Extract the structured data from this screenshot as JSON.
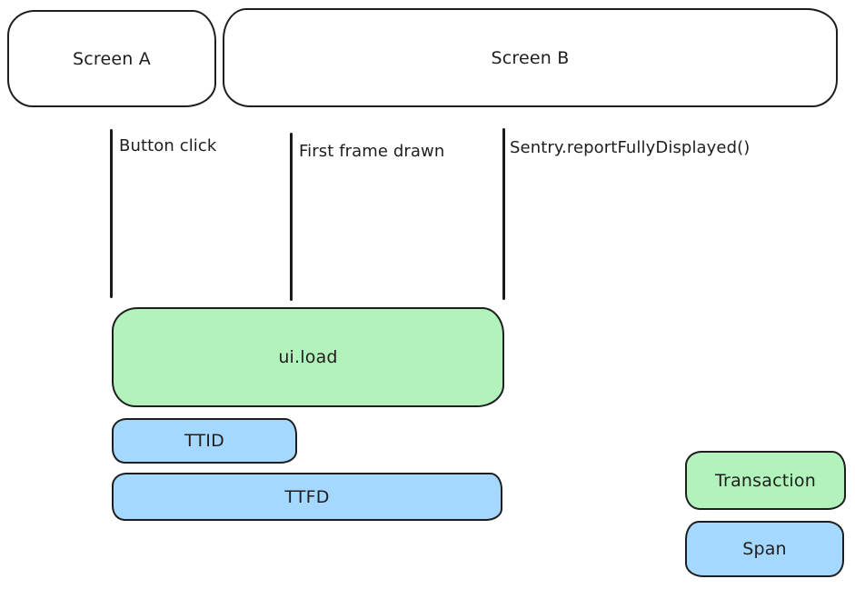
{
  "diagram": {
    "background": "#ffffff",
    "stroke_color": "#1e1e1e",
    "transaction_fill": "#b2f2bb",
    "span_fill": "#a5d8ff"
  },
  "screens": [
    {
      "label": "Screen A"
    },
    {
      "label": "Screen B"
    }
  ],
  "markers": [
    {
      "label": "Button click"
    },
    {
      "label": "First frame drawn"
    },
    {
      "label": "Sentry.reportFullyDisplayed()"
    }
  ],
  "bars": [
    {
      "label": "ui.load",
      "type": "transaction"
    },
    {
      "label": "TTID",
      "type": "span"
    },
    {
      "label": "TTFD",
      "type": "span"
    }
  ],
  "legend": [
    {
      "label": "Transaction",
      "type": "transaction"
    },
    {
      "label": "Span",
      "type": "span"
    }
  ]
}
